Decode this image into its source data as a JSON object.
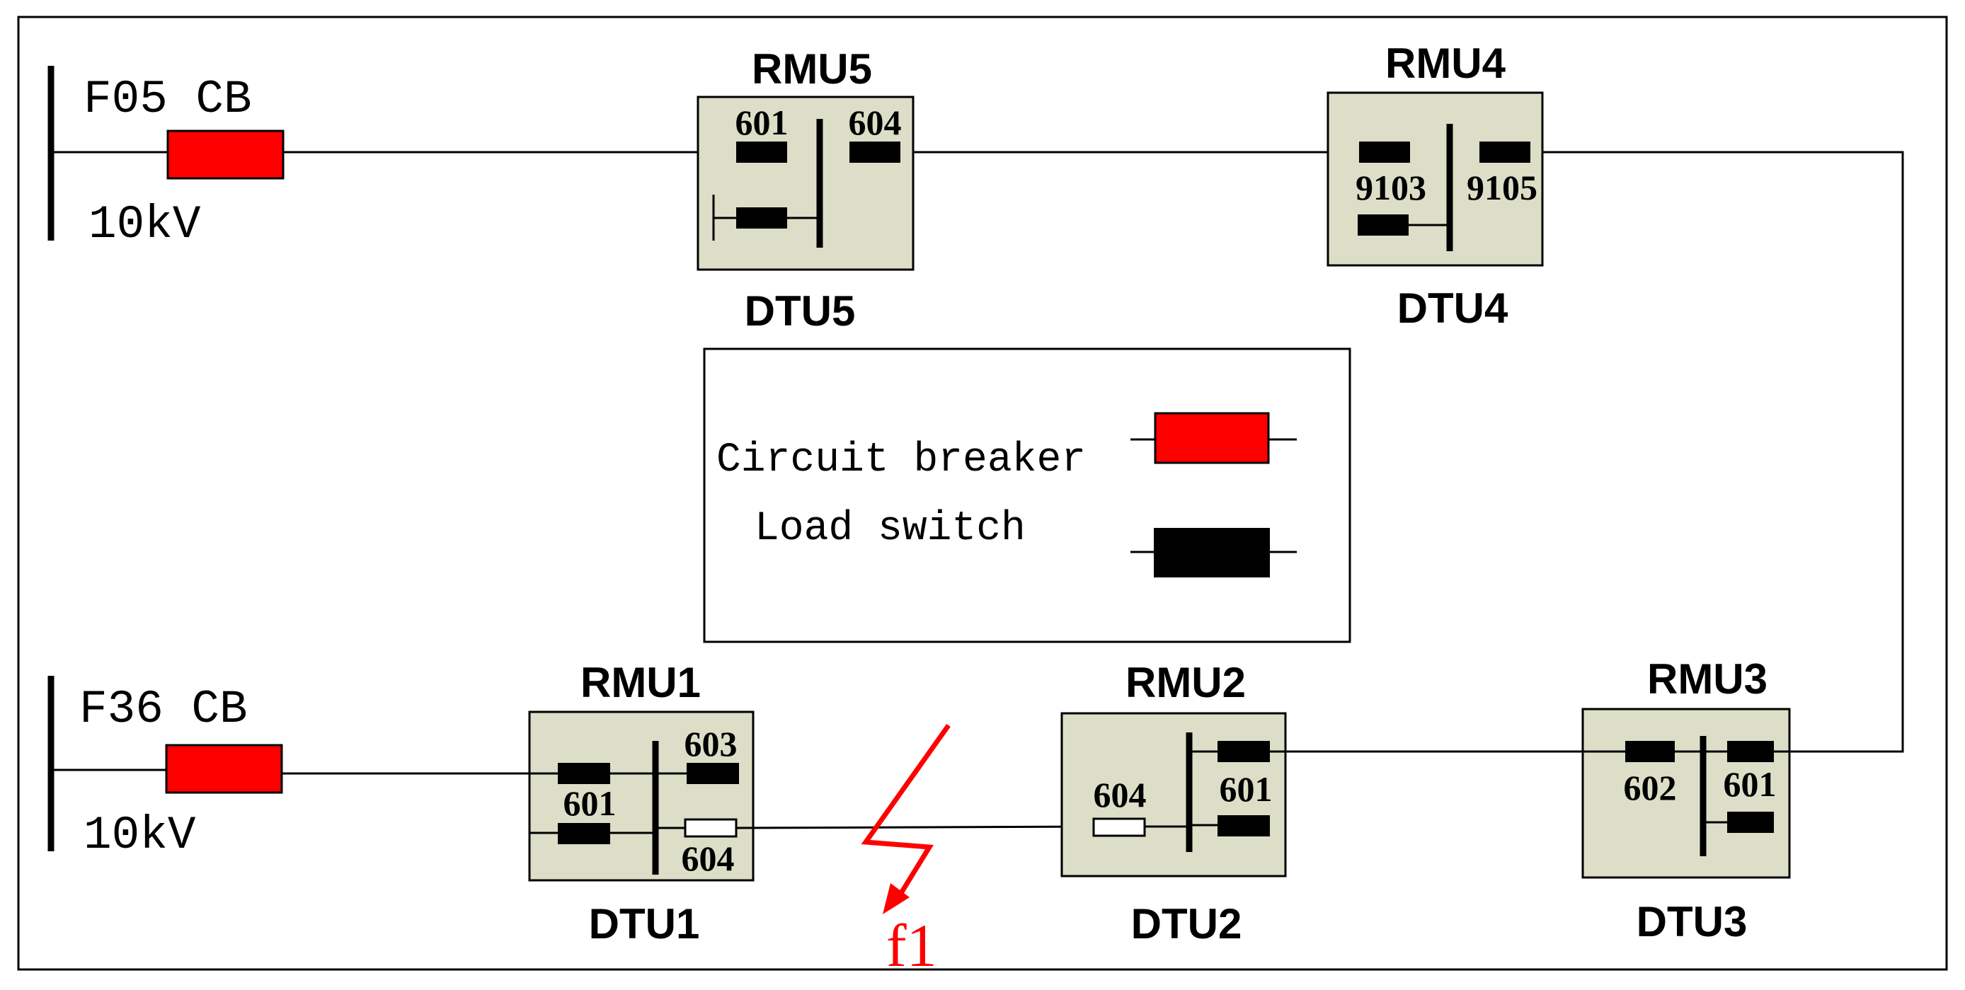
{
  "colors": {
    "breaker": "#ff0000",
    "load_switch": "#000000",
    "rmu_fill": "#dcdec7",
    "fault": "#ff0000"
  },
  "sources": {
    "top": {
      "name": "F05  CB",
      "voltage": "10kV"
    },
    "bottom": {
      "name": "F36  CB",
      "voltage": "10kV"
    }
  },
  "rmus": {
    "rmu5": {
      "name": "RMU5",
      "dtu": "DTU5",
      "sw_left": "601",
      "sw_right": "604"
    },
    "rmu4": {
      "name": "RMU4",
      "dtu": "DTU4",
      "sw_left": "9103",
      "sw_right": "9105"
    },
    "rmu1": {
      "name": "RMU1",
      "dtu": "DTU1",
      "sw_top": "603",
      "sw_left": "601",
      "sw_open": "604"
    },
    "rmu2": {
      "name": "RMU2",
      "dtu": "DTU2",
      "sw_open": "604",
      "sw_right": "601"
    },
    "rmu3": {
      "name": "RMU3",
      "dtu": "DTU3",
      "sw_left": "602",
      "sw_right": "601"
    }
  },
  "legend": {
    "breaker_label": "Circuit breaker",
    "switch_label": "Load switch"
  },
  "fault": {
    "label": "f1"
  }
}
